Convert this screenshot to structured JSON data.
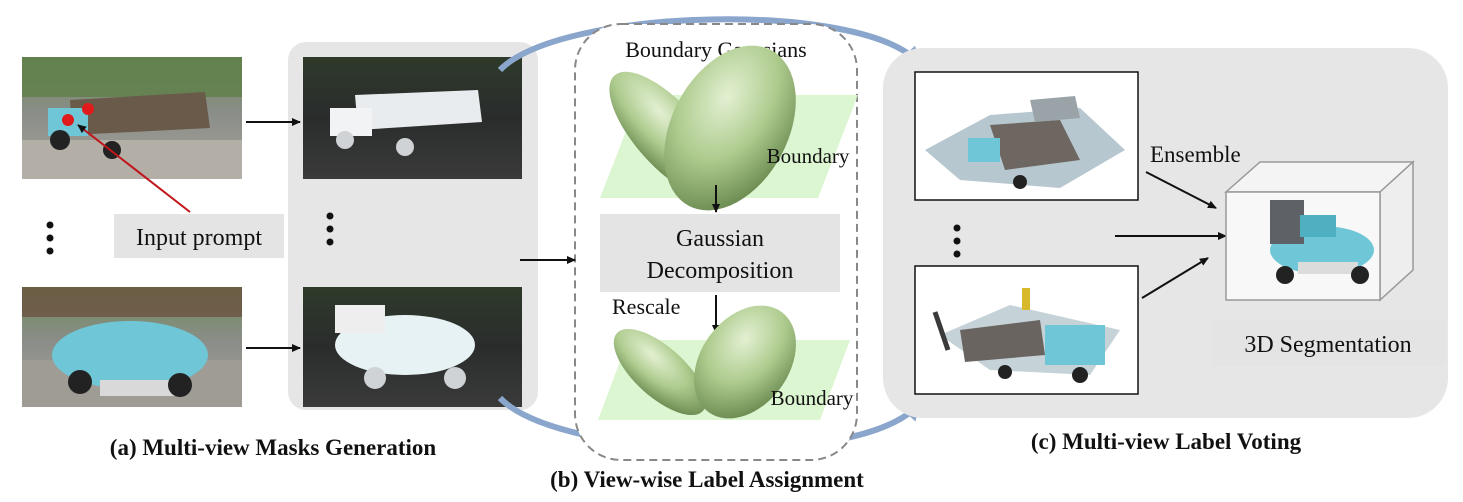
{
  "panels": {
    "a": {
      "caption": "(a) Multi-view Masks Generation",
      "prompt_label": "Input prompt"
    },
    "b": {
      "caption": "(b) View-wise Label Assignment",
      "boundary_gaussians_label": "Boundary Gaussians",
      "boundary_label_top": "Boundary",
      "boundary_label_bottom": "Boundary",
      "decomposition_line1": "Gaussian",
      "decomposition_line2": "Decomposition",
      "rescale_label": "Rescale"
    },
    "c": {
      "caption": "(c) Multi-view Label Voting",
      "ensemble_label": "Ensemble",
      "segmentation_label": "3D Segmentation"
    }
  },
  "colors": {
    "panel_bg": "#e6e6e6",
    "gaussian_green": "#a9c98a",
    "plane_green": "#d8f5cc",
    "arc_blue": "#8aa6cc",
    "prompt_red": "#e11b1b",
    "truck_teal": "#6fc6d6",
    "label_box": "#e4e4e4"
  }
}
